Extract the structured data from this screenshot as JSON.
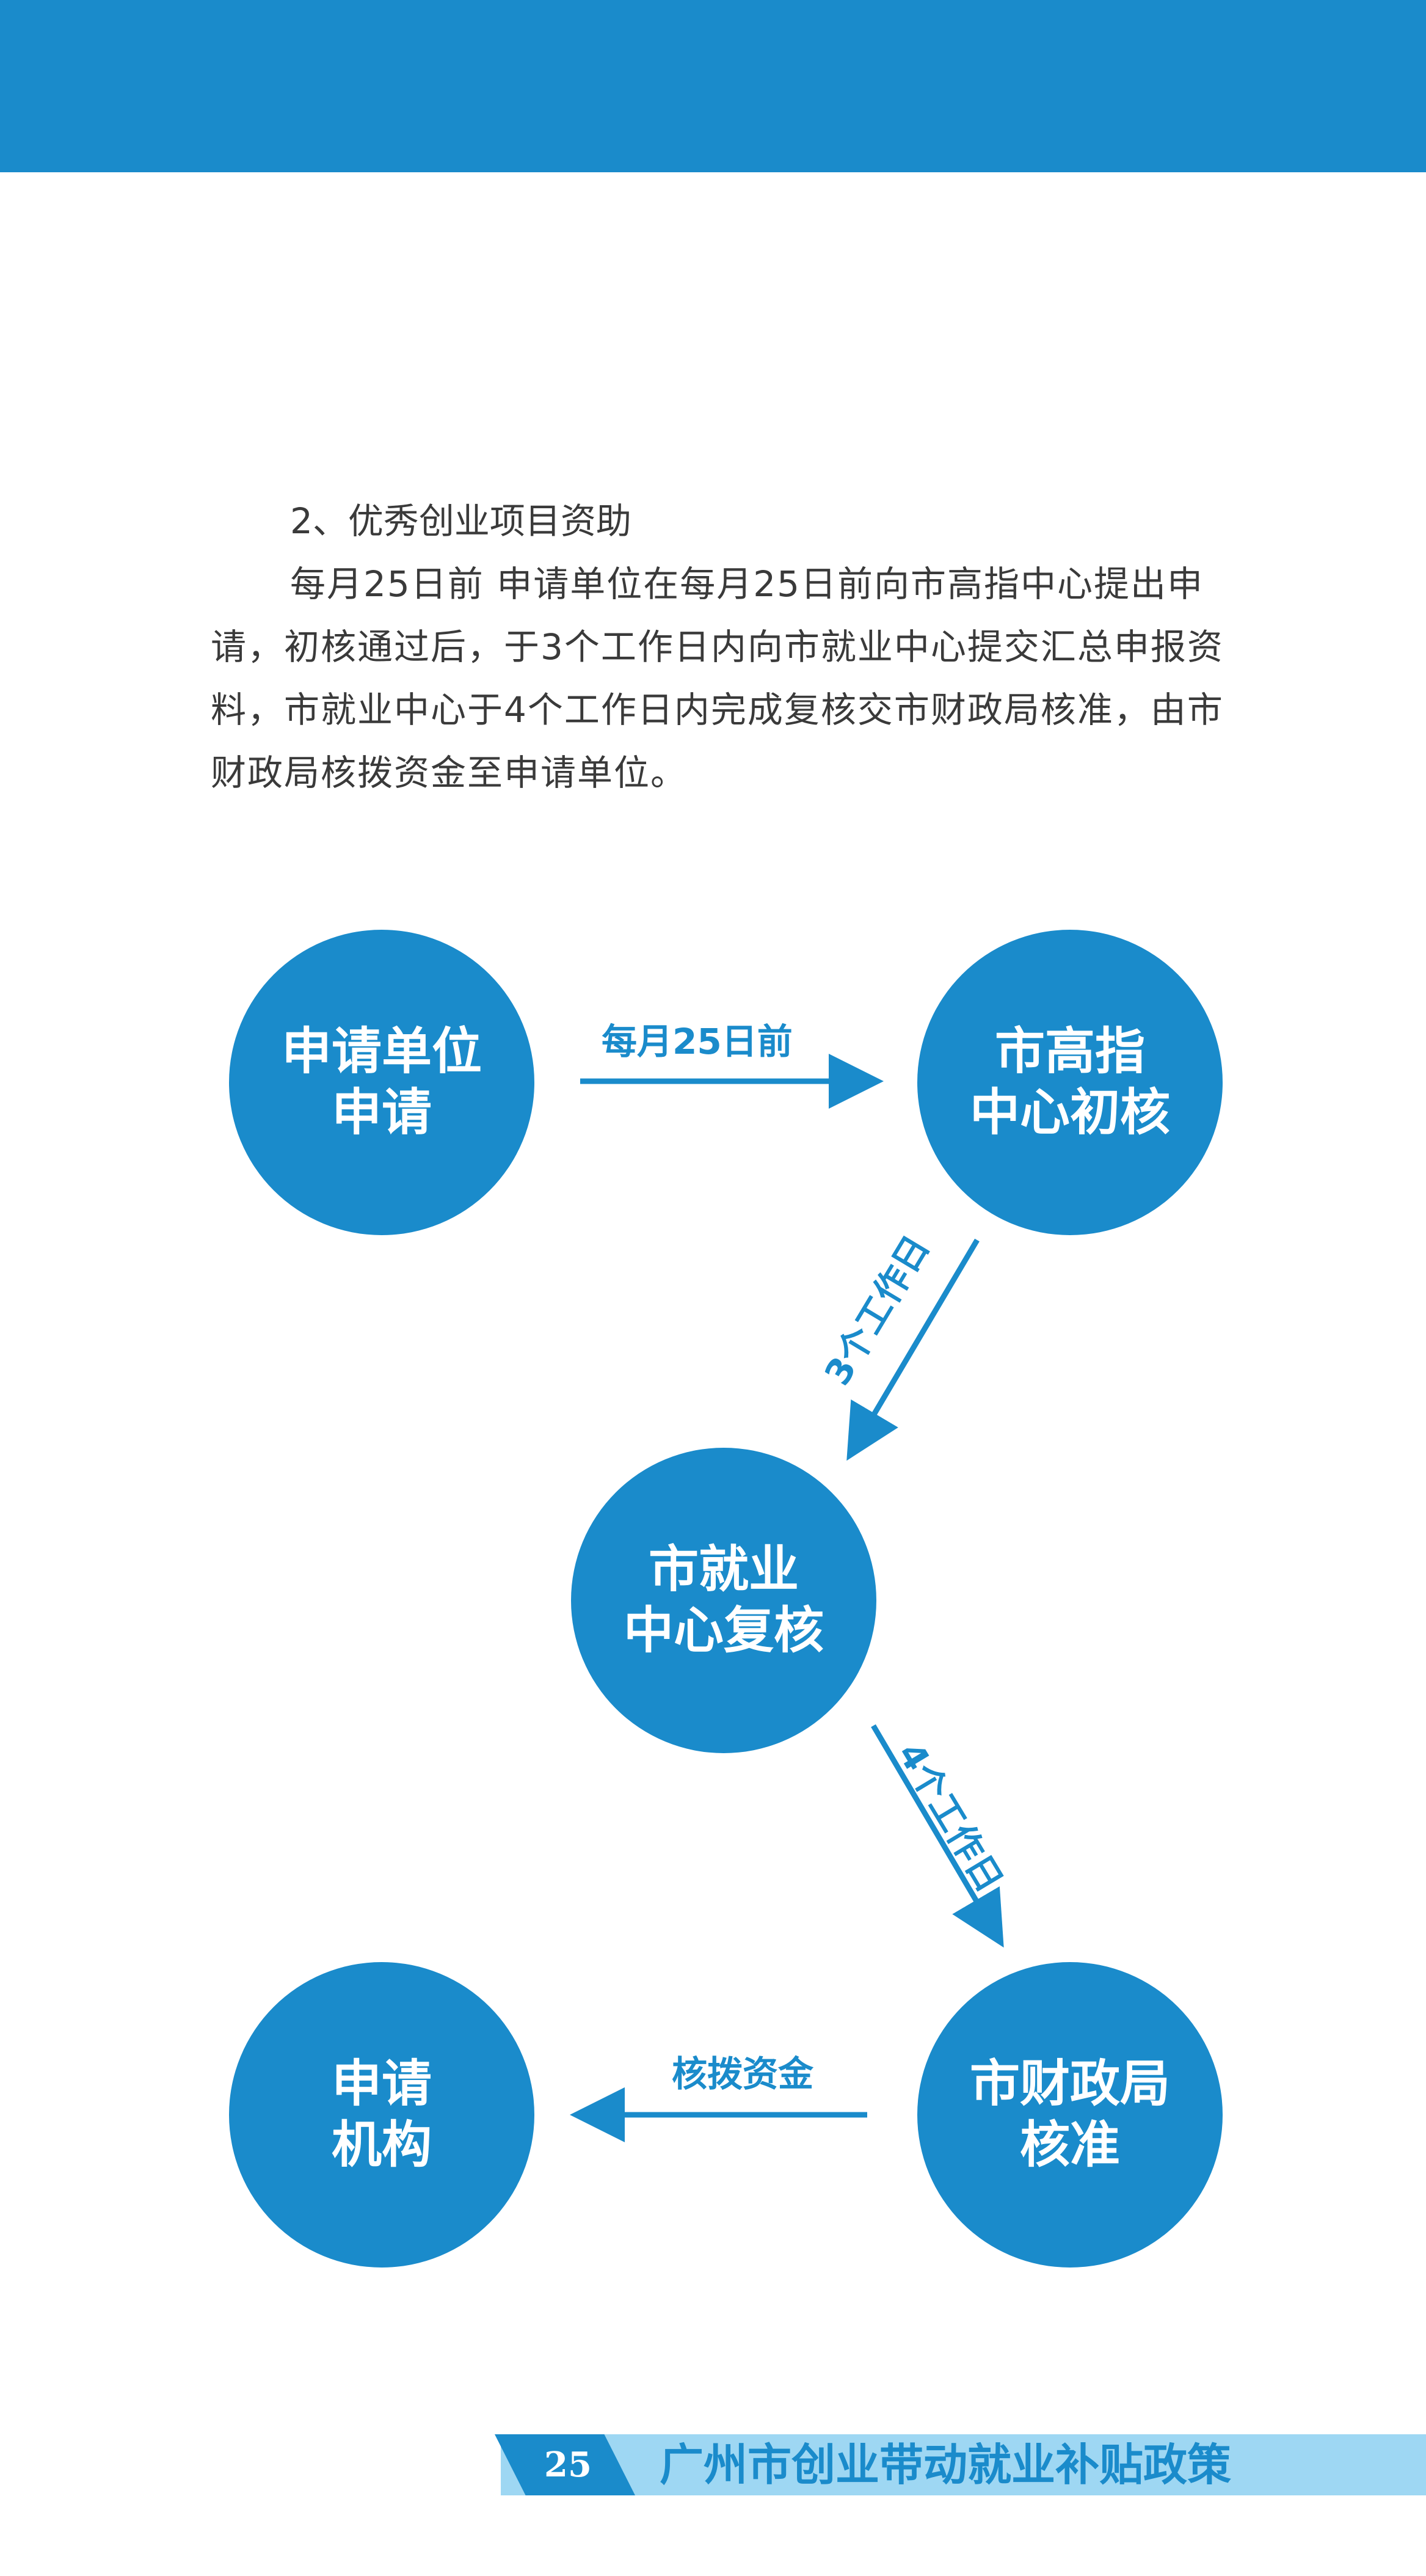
{
  "section": {
    "heading": "2、优秀创业项目资助",
    "body": "每月25日前  申请单位在每月25日前向市高指中心提出申请，初核通过后，于3个工作日内向市就业中心提交汇总申报资料，市就业中心于4个工作日内完成复核交市财政局核准，由市财政局核拨资金至申请单位。"
  },
  "flowchart": {
    "nodes": [
      {
        "line1": "申请单位",
        "line2": "申请"
      },
      {
        "line1": "市高指",
        "line2": "中心初核"
      },
      {
        "line1": "市就业",
        "line2": "中心复核"
      },
      {
        "line1": "市财政局",
        "line2": "核准"
      },
      {
        "line1": "申请",
        "line2": "机构"
      }
    ],
    "edges": [
      {
        "label": "每月25日前"
      },
      {
        "label": "3个工作日"
      },
      {
        "label": "4个工作日"
      },
      {
        "label": "核拨资金"
      }
    ]
  },
  "footer": {
    "page_number": "25",
    "title": "广州市创业带动就业补贴政策"
  },
  "colors": {
    "accent": "#1a8bcb",
    "banner_light": "#9ed7f3",
    "text": "#3a3a3a"
  }
}
